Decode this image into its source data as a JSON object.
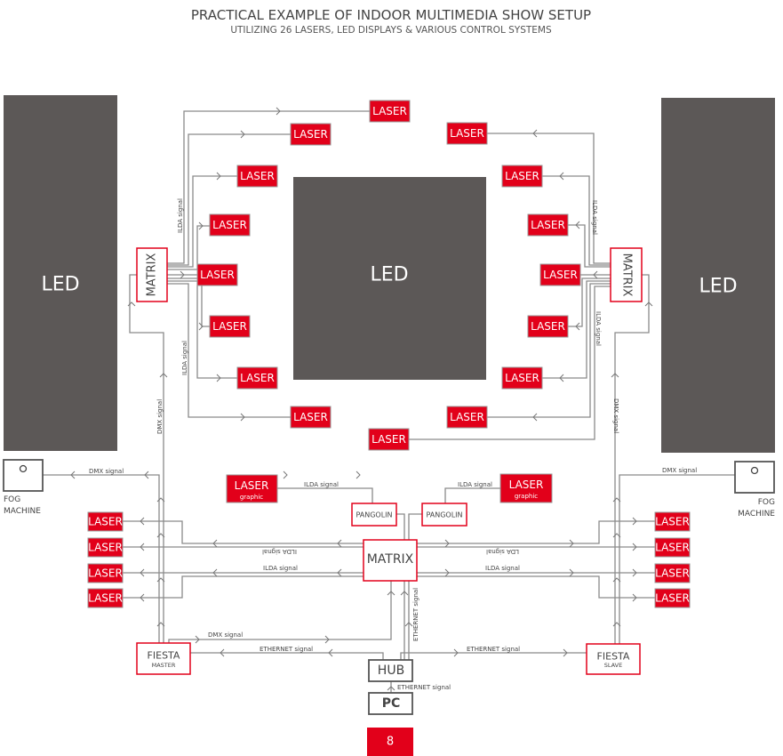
{
  "title": "PRACTICAL EXAMPLE OF INDOOR MULTIMEDIA SHOW SETUP",
  "subtitle": "UTILIZING 26 LASERS, LED DISPLAYS & VARIOUS CONTROL SYSTEMS",
  "led_label": "LED",
  "laser_label": "LASER",
  "laser_graphic_sub": "graphic",
  "matrix_label": "MATRIX",
  "pangolin_label": "PANGOLIN",
  "fiesta_label": "FIESTA",
  "fiesta_master_sub": "MASTER",
  "fiesta_slave_sub": "SLAVE",
  "hub_label": "HUB",
  "pc_label": "PC",
  "fog_line1": "FOG",
  "fog_line2": "MACHINE",
  "signals": {
    "ilda": "ILDA signal",
    "ilda_flipped_right": "LDA signal",
    "dmx": "DMX signal",
    "ethernet": "ETHERNET signal"
  },
  "page_number": "8",
  "colors": {
    "accent": "#e2001a",
    "led": "#5c5857",
    "line": "#8a8a8a"
  }
}
